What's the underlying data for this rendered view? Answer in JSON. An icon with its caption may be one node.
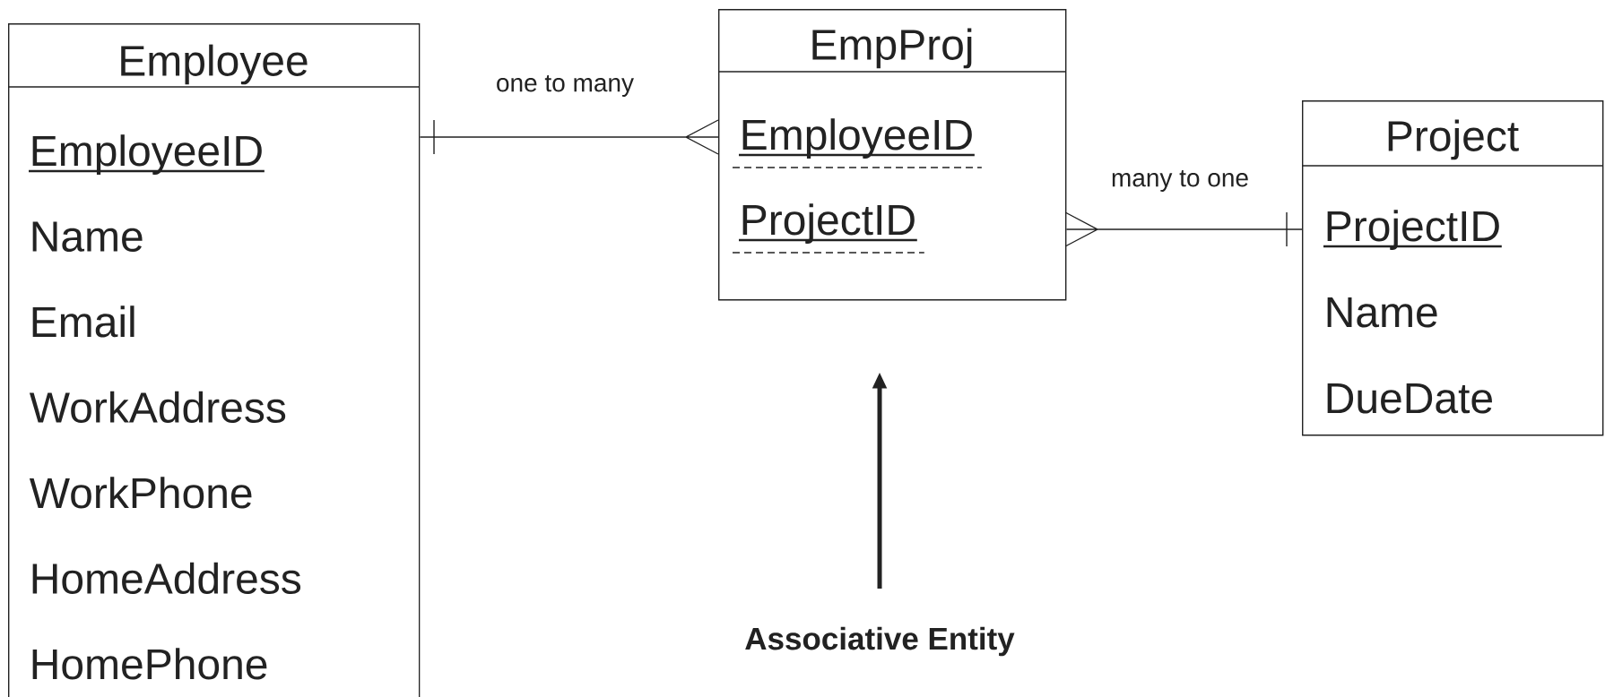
{
  "diagram": {
    "nodes": [
      {
        "text": [
          "Employee",
          "EmployeeID",
          "Name",
          "Email",
          "WorkAddress",
          "WorkPhone",
          "HomeAddress",
          "HomePhone"
        ]
      },
      {
        "text": [
          "EmpProj",
          "EmployeeID",
          "ProjectID"
        ]
      },
      {
        "text": [
          "Project",
          "ProjectID",
          "Name",
          "DueDate"
        ]
      },
      {
        "text": [
          "Associative Entity"
        ]
      }
    ],
    "edges": [
      {
        "from": 0,
        "to": 1,
        "arrow": "other",
        "label": "one to many"
      },
      {
        "from": 1,
        "to": 2,
        "arrow": "other",
        "label": "many to one"
      },
      {
        "from": 3,
        "to": 1,
        "arrow": "to",
        "style": "thick"
      }
    ]
  }
}
